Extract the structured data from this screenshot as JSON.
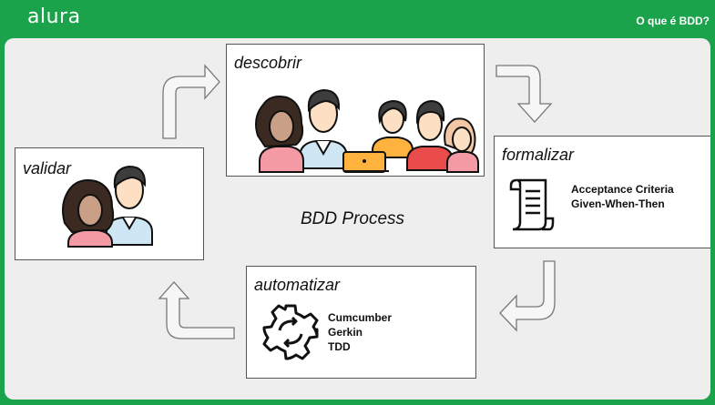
{
  "header": {
    "brand": "alura",
    "topic": "O que é BDD?"
  },
  "diagram": {
    "center_title": "BDD Process",
    "steps": [
      {
        "title": "descobrir"
      },
      {
        "title": "formalizar",
        "items": [
          "Acceptance Criteria",
          "Given-When-Then"
        ]
      },
      {
        "title": "automatizar",
        "items": [
          "Cumcumber",
          "Gerkin",
          "TDD"
        ]
      },
      {
        "title": "validar"
      }
    ]
  }
}
